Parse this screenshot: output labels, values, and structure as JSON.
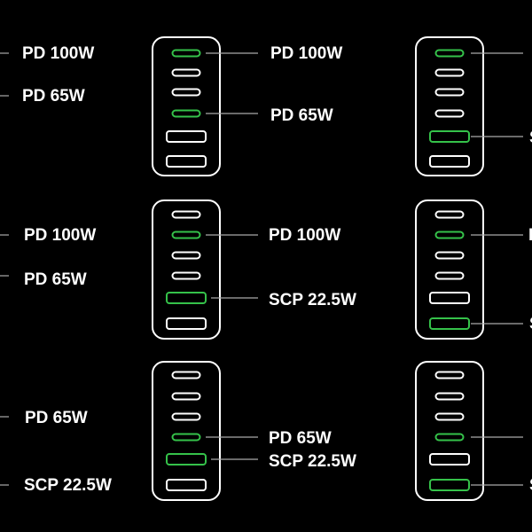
{
  "colors": {
    "background": "#000000",
    "outline": "#ffffff",
    "active": "#35c24a",
    "connector": "#aaaaaa"
  },
  "chargers": [
    {
      "left_labels": [
        "PD 100W",
        "PD 65W"
      ],
      "right_labels": [
        "PD 100W",
        "PD 65W"
      ],
      "ports": [
        "usb-c",
        "usb-c",
        "usb-c",
        "usb-c",
        "usb-a",
        "usb-a"
      ],
      "active": [
        0,
        3
      ]
    },
    {
      "left_labels": [],
      "right_labels": [
        "S"
      ],
      "ports": [
        "usb-c",
        "usb-c",
        "usb-c",
        "usb-c",
        "usb-a",
        "usb-a"
      ],
      "active": [
        0,
        4
      ]
    },
    {
      "left_labels": [
        "PD 100W",
        "PD 65W"
      ],
      "right_labels": [
        "PD 100W",
        "SCP 22.5W"
      ],
      "ports": [
        "usb-c",
        "usb-c",
        "usb-c",
        "usb-c",
        "usb-a",
        "usb-a"
      ],
      "active": [
        1,
        4
      ]
    },
    {
      "left_labels": [],
      "right_labels": [
        "I",
        "S"
      ],
      "ports": [
        "usb-c",
        "usb-c",
        "usb-c",
        "usb-c",
        "usb-a",
        "usb-a"
      ],
      "active": [
        1,
        5
      ]
    },
    {
      "left_labels": [
        "PD 65W",
        "SCP 22.5W"
      ],
      "right_labels": [
        "PD 65W",
        "SCP 22.5W"
      ],
      "ports": [
        "usb-c",
        "usb-c",
        "usb-c",
        "usb-c",
        "usb-a",
        "usb-a"
      ],
      "active": [
        3,
        4
      ]
    },
    {
      "left_labels": [],
      "right_labels": [
        "S"
      ],
      "ports": [
        "usb-c",
        "usb-c",
        "usb-c",
        "usb-c",
        "usb-a",
        "usb-a"
      ],
      "active": [
        3,
        5
      ]
    }
  ]
}
